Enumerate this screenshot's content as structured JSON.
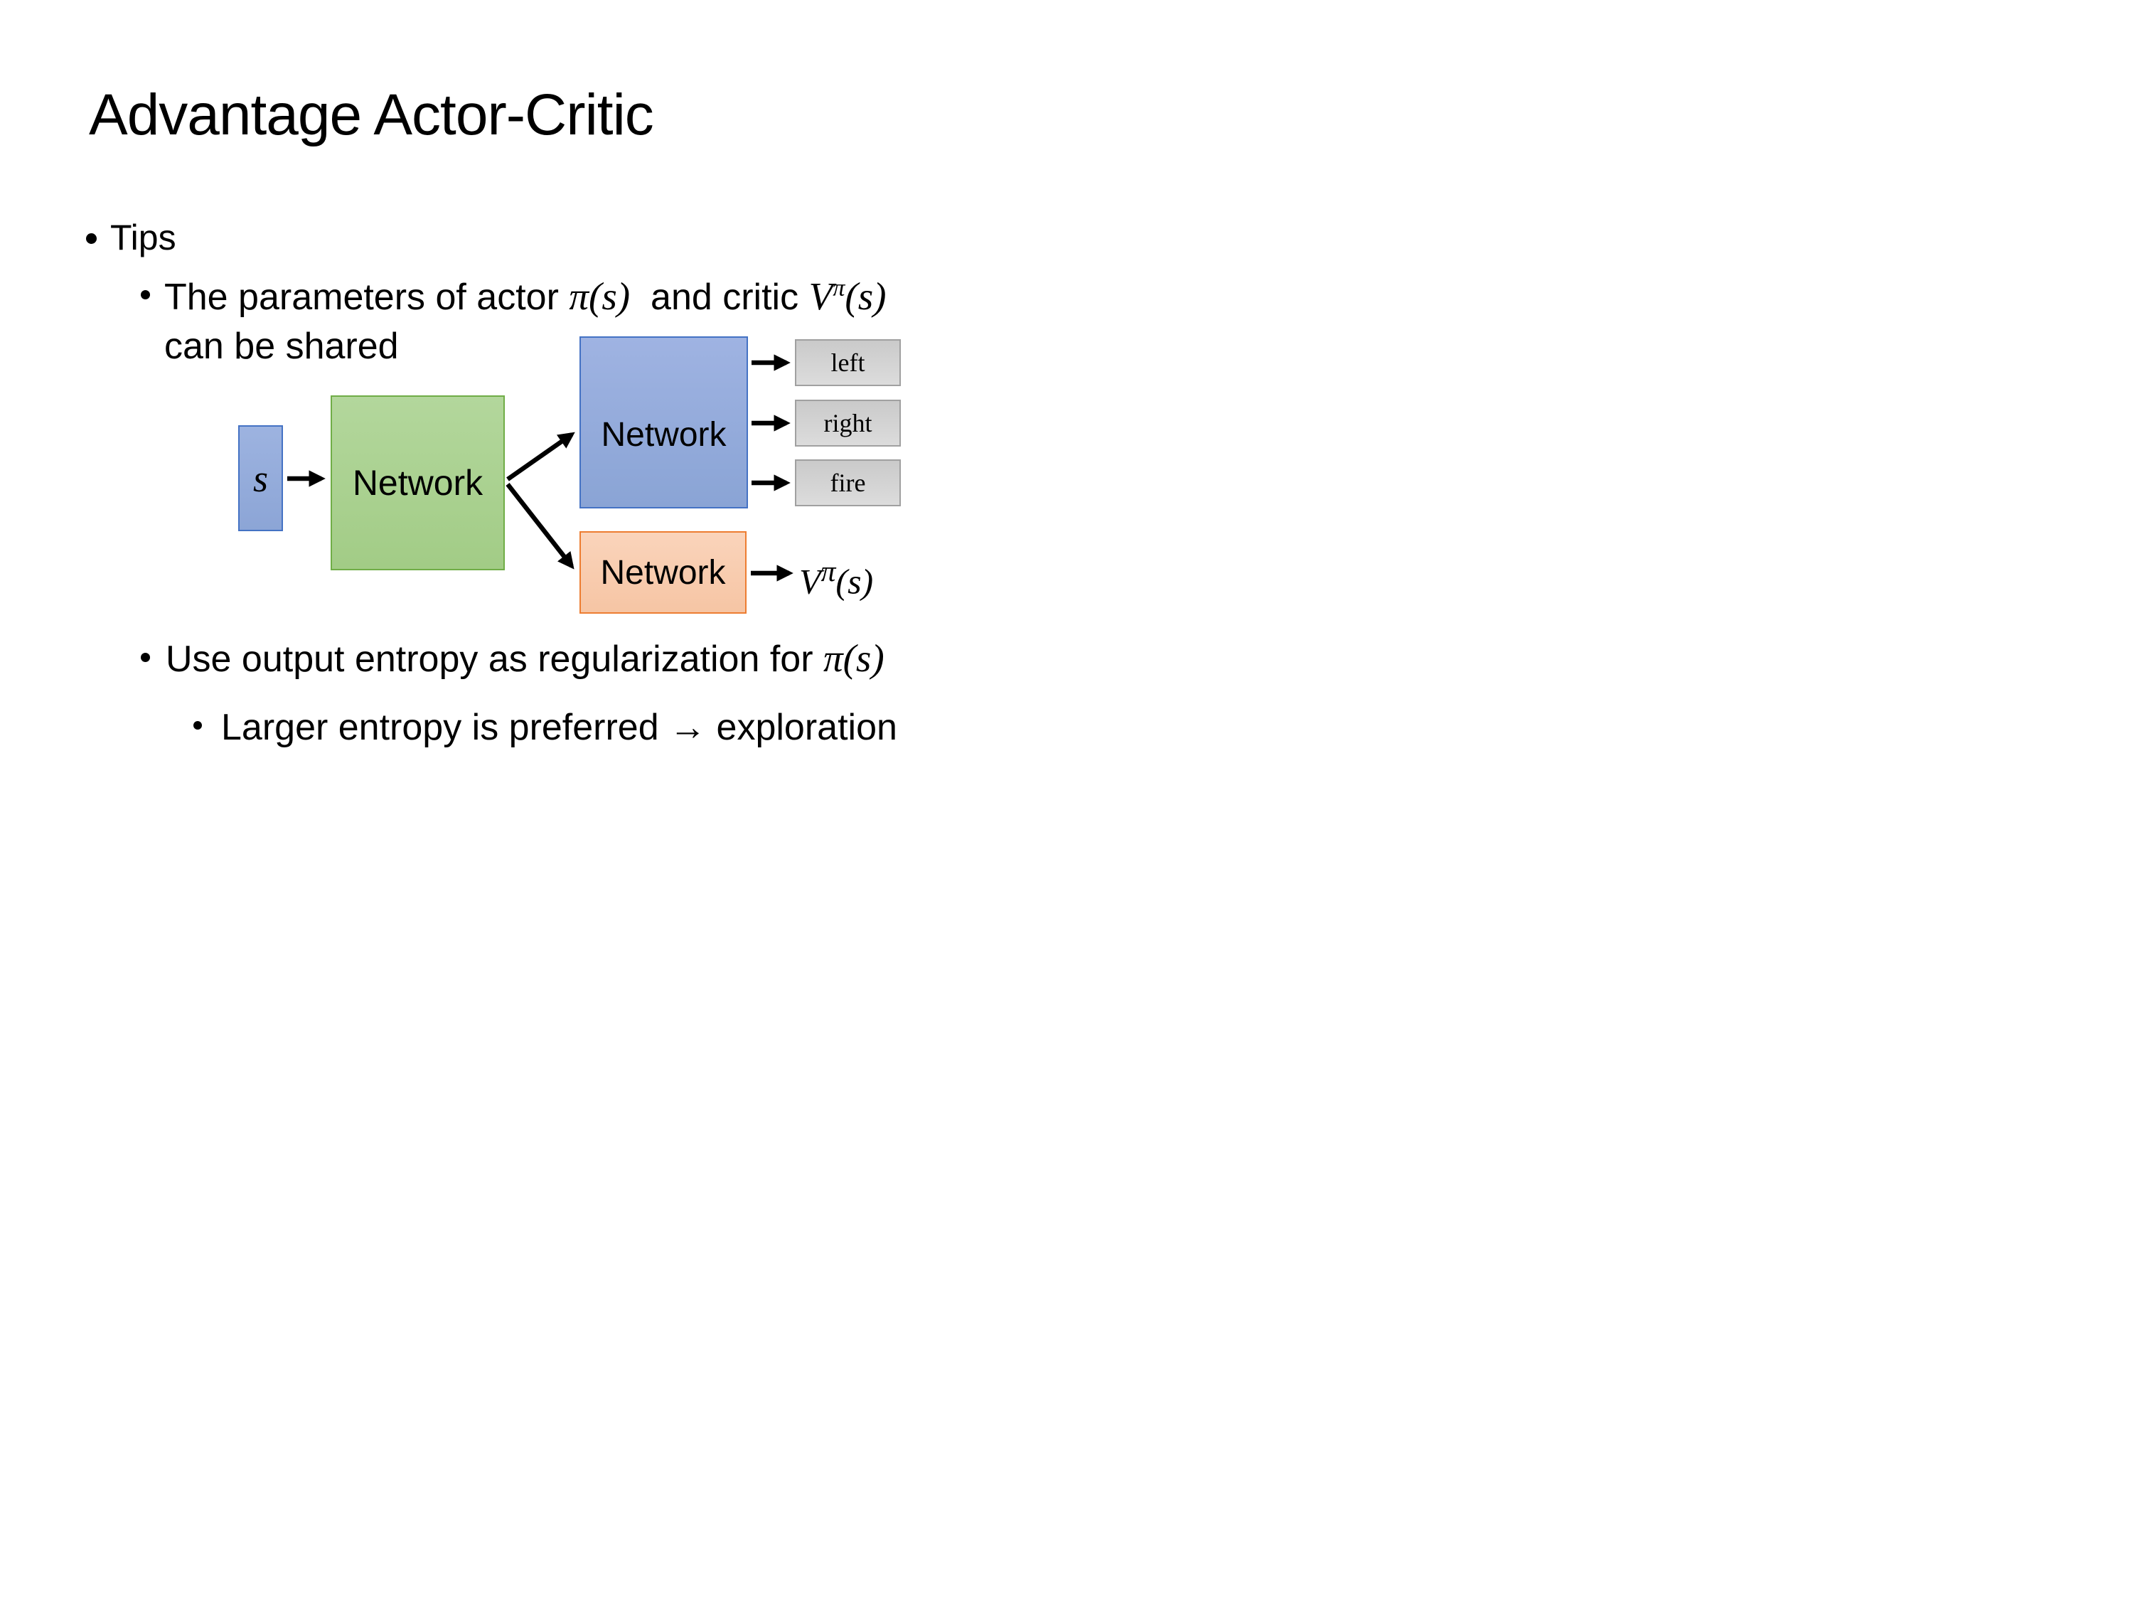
{
  "title": "Advantage Actor-Critic",
  "bullets": {
    "tips": "Tips",
    "sub1": {
      "text1": "The parameters of actor ",
      "math1": "π(s)",
      "text2": "  and critic ",
      "math2_base": "V",
      "math2_sup": "π",
      "math2_args": "(s)",
      "line2": "can be shared"
    },
    "sub2": {
      "text1": "Use output entropy as regularization for ",
      "math1": "π(s)"
    },
    "sub3": {
      "text": "Larger entropy is preferred → exploration"
    }
  },
  "diagram": {
    "state_label": "s",
    "shared_network_label": "Network",
    "actor_network_label": "Network",
    "critic_network_label": "Network",
    "actions": [
      "left",
      "right",
      "fire"
    ],
    "critic_output": {
      "base": "V",
      "sup": "π",
      "args": "(s)"
    },
    "colors": {
      "state_fill": "#8FAADC",
      "state_border": "#4472C4",
      "shared_fill": "#A9D18E",
      "shared_border": "#70AD47",
      "actor_fill": "#8FAADC",
      "actor_border": "#4472C4",
      "critic_fill": "#F8CBAD",
      "critic_border": "#ED7D31",
      "action_fill": "#D2D2D2",
      "action_border": "#A6A6A6",
      "arrow": "#000000",
      "text": "#000000",
      "background": "#FFFFFF"
    }
  }
}
